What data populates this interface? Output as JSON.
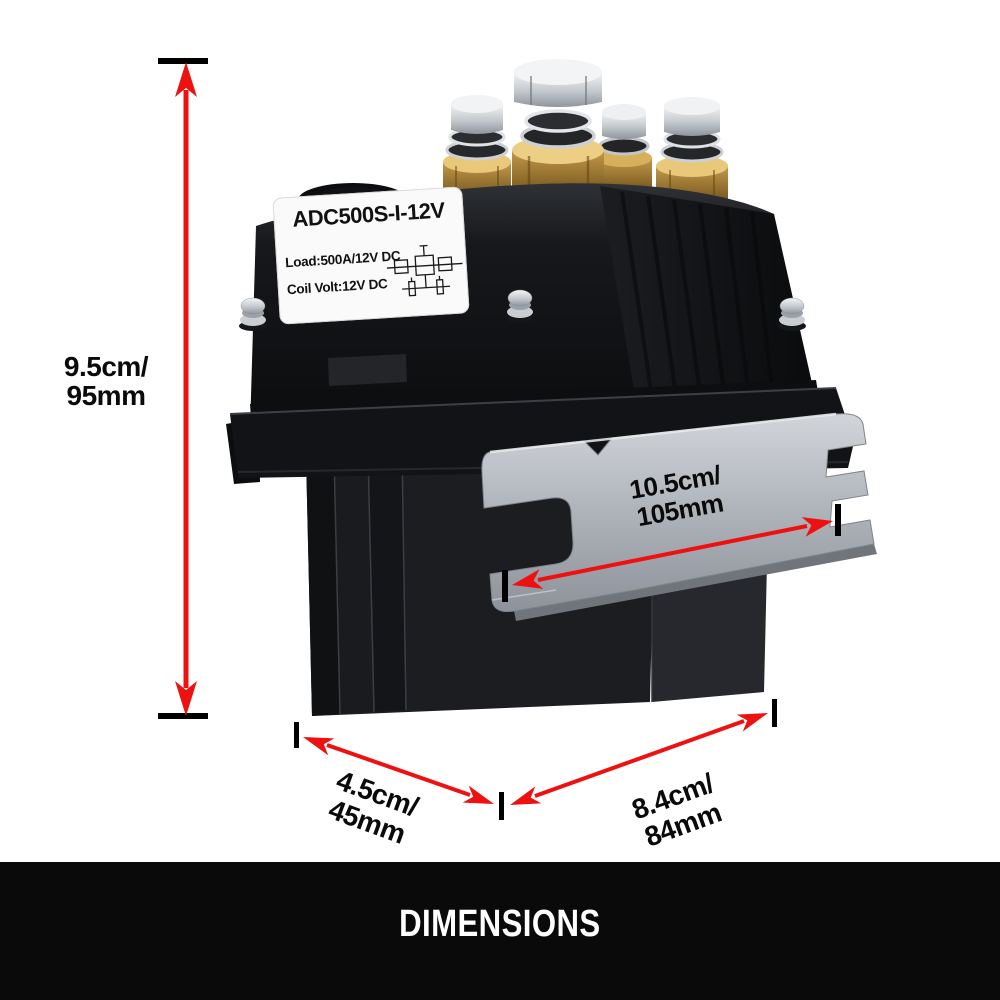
{
  "page": {
    "background_color": "#ffffff"
  },
  "product": {
    "kind": "winch solenoid relay contactor",
    "label": {
      "title": "ADC500S-I-12V",
      "spec_line1": "Load:500A/12V DC",
      "spec_line2": "Coil Volt:12V DC"
    }
  },
  "dimensions": {
    "height": {
      "cm": "9.5cm/",
      "mm": "95mm"
    },
    "bracket_length": {
      "cm": "10.5cm/",
      "mm": "105mm"
    },
    "depth": {
      "cm": "4.5cm/",
      "mm": "45mm"
    },
    "width": {
      "cm": "8.4cm/",
      "mm": "84mm"
    }
  },
  "banner": {
    "label": "DIMENSIONS",
    "background_color": "#0a0a0a",
    "text_color": "#ffffff"
  },
  "annotations": {
    "arrow_color": "#ee1111",
    "tick_color": "#000000"
  },
  "icons": {
    "label_schematic": "circuit-schematic"
  }
}
